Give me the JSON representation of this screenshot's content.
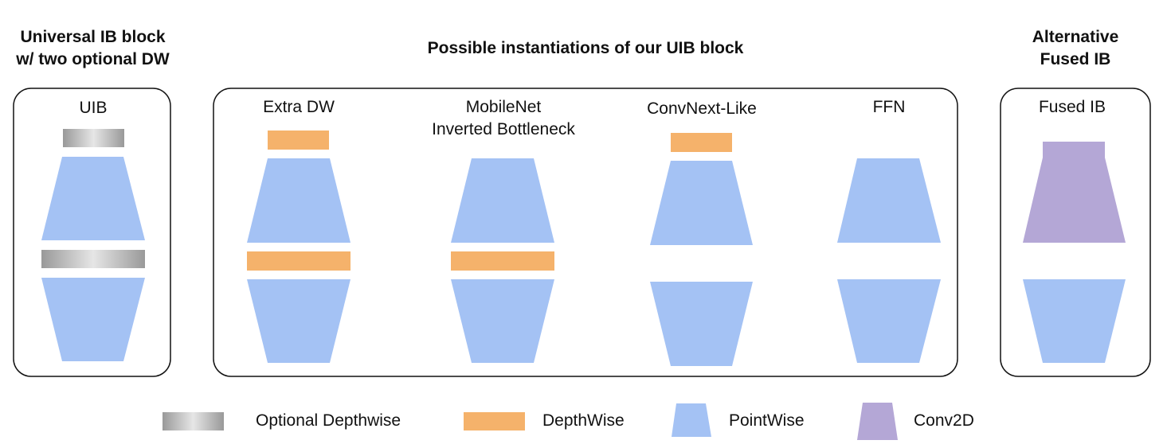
{
  "headers": {
    "left": [
      "Universal IB block",
      "w/ two optional DW"
    ],
    "middle": "Possible instantiations of our UIB block",
    "right": [
      "Alternative",
      "Fused IB"
    ]
  },
  "blocks": {
    "uib": "UIB",
    "extra_dw": "Extra DW",
    "mobilenet": [
      "MobileNet",
      "Inverted Bottleneck"
    ],
    "convnext": "ConvNext-Like",
    "ffn": "FFN",
    "fused": "Fused IB"
  },
  "legend": {
    "optional_depthwise": "Optional Depthwise",
    "depthwise": "DepthWise",
    "pointwise": "PointWise",
    "conv2d": "Conv2D"
  },
  "colors": {
    "depthwise": "#f5b26b",
    "pointwise": "#a4c2f4",
    "conv2d": "#b4a7d6",
    "optional_dark": "#999999",
    "optional_light": "#e6e6e6",
    "border": "#111111"
  }
}
